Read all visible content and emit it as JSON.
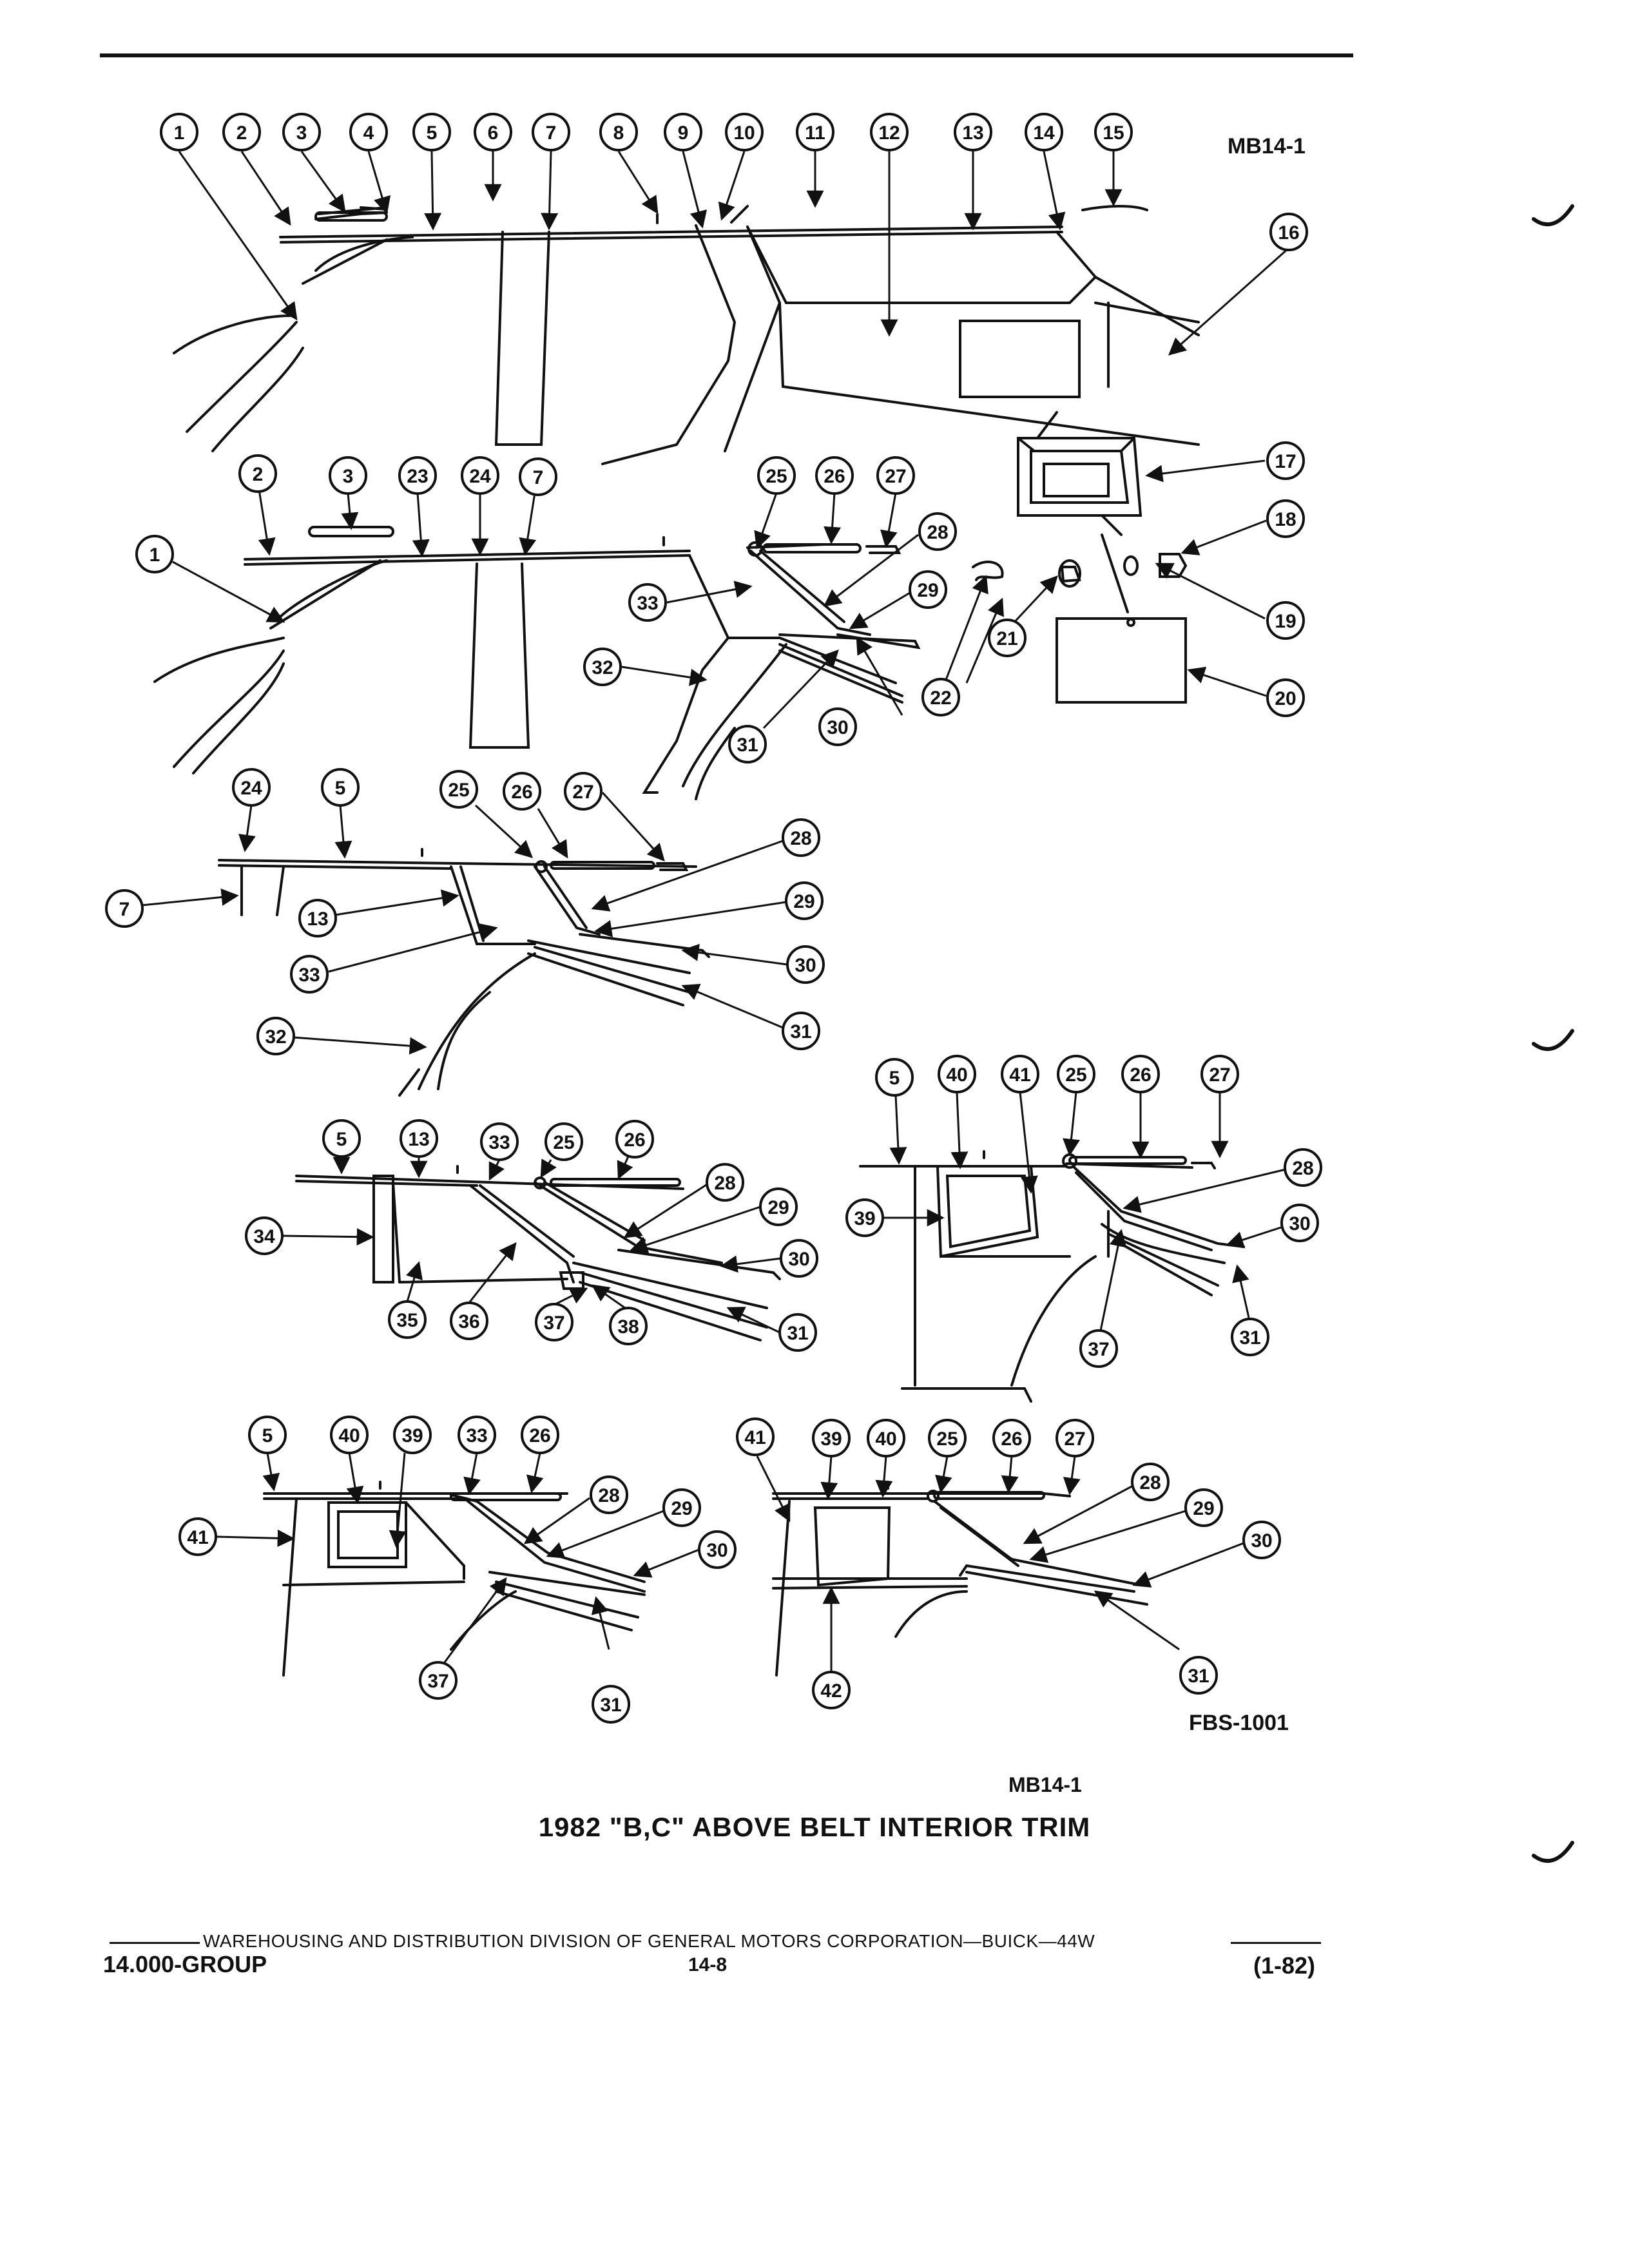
{
  "figure": {
    "reference_top": "MB14-1",
    "reference_art": "FBS-1001",
    "reference_bottom": "MB14-1",
    "caption": "1982 \"B,C\" ABOVE BELT INTERIOR TRIM"
  },
  "footer": {
    "division": "WAREHOUSING AND DISTRIBUTION  DIVISION OF GENERAL MOTORS CORPORATION—BUICK—44W",
    "group": "14.000-GROUP",
    "page": "14-8",
    "date": "(1-82)"
  },
  "views": [
    {
      "name": "view-1-station-wagon",
      "callouts": [
        "1",
        "2",
        "3",
        "4",
        "5",
        "6",
        "7",
        "8",
        "9",
        "10",
        "11",
        "12",
        "13",
        "14",
        "15",
        "16",
        "17",
        "18",
        "19",
        "20",
        "21",
        "22"
      ]
    },
    {
      "name": "view-2-sedan",
      "callouts": [
        "1",
        "2",
        "3",
        "23",
        "24",
        "7",
        "25",
        "26",
        "27",
        "28",
        "29",
        "30",
        "31",
        "32",
        "33"
      ]
    },
    {
      "name": "view-3-coupe",
      "callouts": [
        "24",
        "5",
        "25",
        "26",
        "27",
        "7",
        "13",
        "28",
        "29",
        "30",
        "31",
        "32",
        "33"
      ]
    },
    {
      "name": "view-4",
      "callouts": [
        "5",
        "13",
        "33",
        "25",
        "26",
        "28",
        "29",
        "30",
        "31",
        "34",
        "35",
        "36",
        "37",
        "38"
      ]
    },
    {
      "name": "view-5",
      "callouts": [
        "5",
        "40",
        "41",
        "25",
        "26",
        "27",
        "28",
        "30",
        "31",
        "37",
        "39"
      ]
    },
    {
      "name": "view-6",
      "callouts": [
        "5",
        "40",
        "39",
        "33",
        "26",
        "41",
        "28",
        "29",
        "30",
        "31",
        "37"
      ]
    },
    {
      "name": "view-7",
      "callouts": [
        "41",
        "39",
        "40",
        "25",
        "26",
        "27",
        "28",
        "29",
        "30",
        "31",
        "42"
      ]
    }
  ]
}
